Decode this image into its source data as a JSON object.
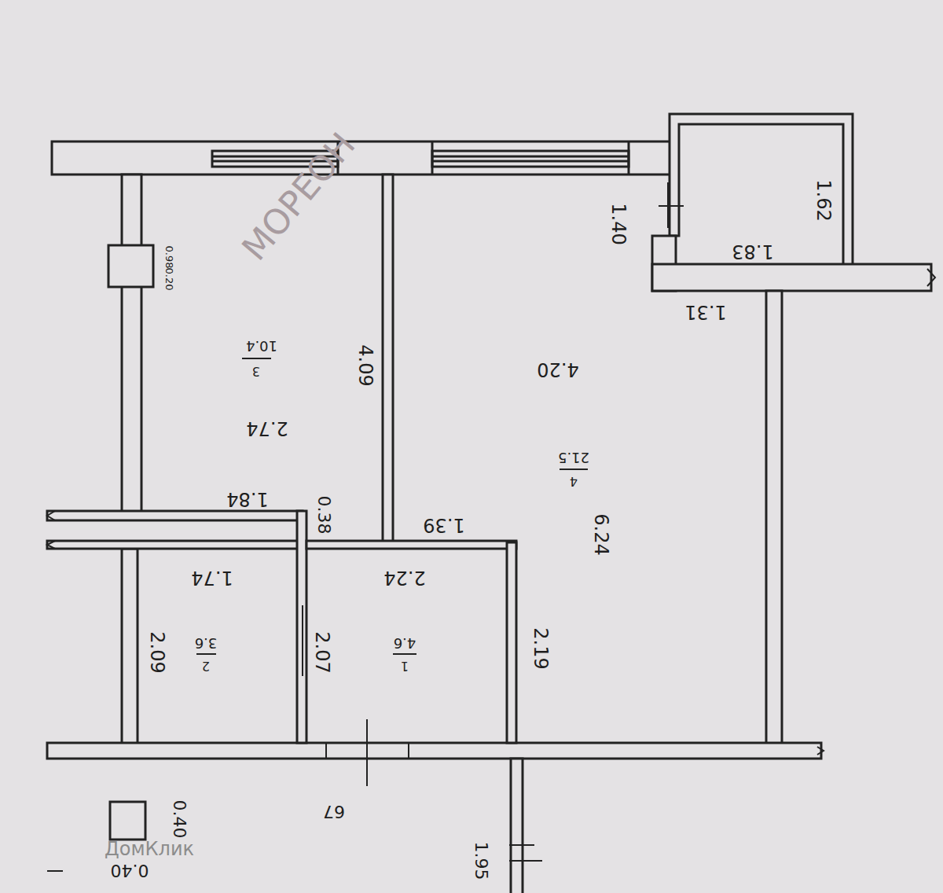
{
  "diagram": {
    "labels": [
      "МОРЕОН",
      "1.62",
      "1.40",
      "1.83",
      "1.31",
      "0.98",
      "0.20",
      "4.09",
      "3",
      "10.4",
      "2.74",
      "4.20",
      "4",
      "21.5",
      "6.24",
      "1.84",
      "0.38",
      "1.39",
      "1.74",
      "2.24",
      "2.09",
      "2",
      "3.6",
      "2.07",
      "1",
      "4.6",
      "2.19",
      "67",
      "0.40",
      "0.40",
      "1.95",
      "ДомКлик"
    ]
  }
}
